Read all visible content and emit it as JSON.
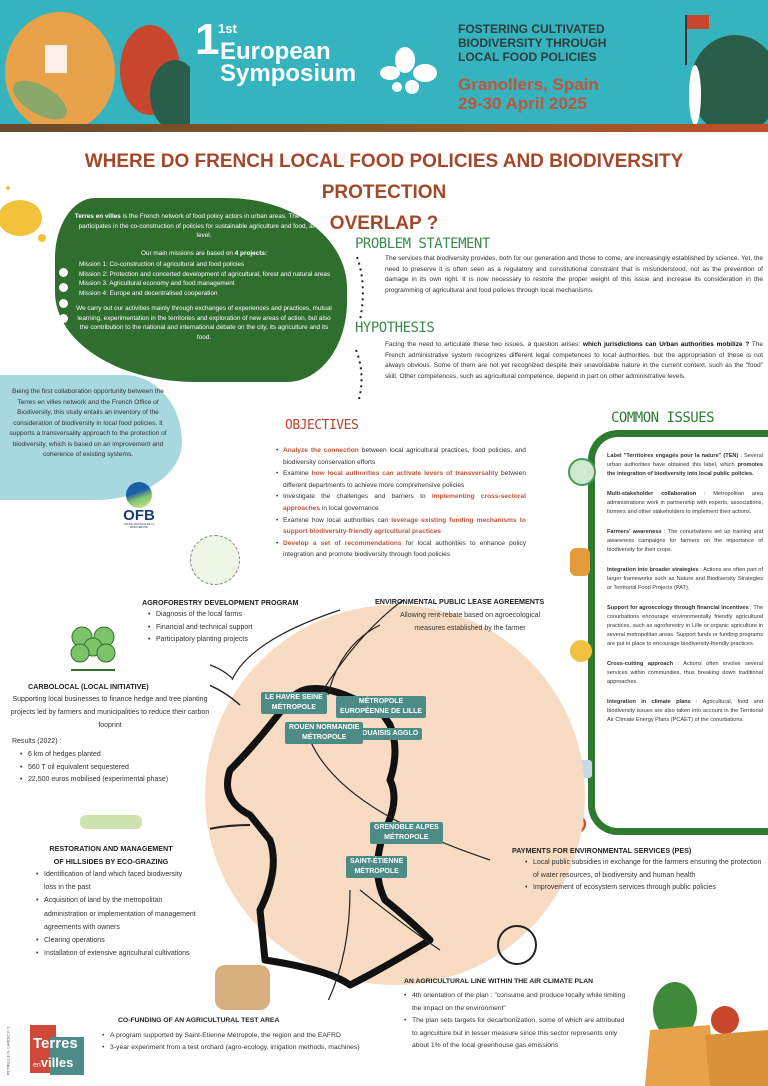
{
  "banner": {
    "ordinal": "1st",
    "event_line1": "European",
    "event_line2": "Symposium",
    "theme": [
      "FOSTERING CULTIVATED",
      "BIODIVERSITY THROUGH",
      "LOCAL FOOD POLICIES"
    ],
    "location": "Granollers, Spain",
    "dates": "29-30 April 2025"
  },
  "title": {
    "line1": "WHERE DO FRENCH LOCAL FOOD POLICIES AND BIODIVERSITY PROTECTION",
    "line2": "OVERLAP ?"
  },
  "intro": {
    "p1_bold": "Terres en villes",
    "p1_rest": " is the French network of food policy actors in urban areas. The association participates in the co-construction of policies for sustainable agriculture and food, at local level.",
    "missions_intro": "Our main missions are based on ",
    "missions_bold": "4 projects:",
    "missions": [
      "Mission 1: Co-construction of agricultural and food policies",
      "Mission 2: Protection and concerted development of agricultural, forest and natural areas",
      "Mission 3: Agricultural economy and food management",
      "Mission 4: Europe and decentralised cooperation"
    ],
    "p3": "We carry out our activities mainly through exchanges of experiences and practices, mutual learning, experimentation in the territories and exploration of new areas of action, but also the contribution to the national and international debate on the city, its agriculture and its food."
  },
  "collab": {
    "text": "Being the first collaboration opportunity between the Terres en villes network and the French Office of Biodiversity, this study entails an inventory of the consideration of biodiversity in local food policies. It supports a transversality approach to the protection of biodiversity, which is based on an improvement and coherence of existing systems.",
    "logo": "OFB",
    "logo_sub": "OFFICE FRANÇAIS DE LA BIODIVERSITÉ"
  },
  "problem": {
    "heading": "PROBLEM STATEMENT",
    "text": "The services that biodiversity provides, both for our generation and those to come, are increasingly established by science. Yet, the need to preserve it is often seen as a regulatory and constitutional constraint that is misunderstood, not as the prevention of damage in its own right. It is now necessary to restore the proper weight of this issue and increase its consideration in the programming of agricultural and food policies through local mechanisms."
  },
  "hypothesis": {
    "heading": "HYPOTHESIS",
    "pre": "Facing the need to articulate these two issues, a question arises: ",
    "bold": "which jurisdictions can Urban authorities mobilize ?",
    "post": " The French administrative system recognizes different legal competences to local authorities, but the appropriation of these is not always obvious. Some of them are not yet recognized despite their unavoidable nature in the current context, such as the \"food\" skill. Other competences, such as agricultural competence, depend in part on other administrative levels."
  },
  "objectives": {
    "heading": "OBJECTIVES",
    "items": [
      {
        "pre": "",
        "hl": "Analyze the connection",
        "post": " between local agricultural practices, food policies, and biodiversity conservation efforts"
      },
      {
        "pre": "Examine ",
        "hl": "how local authorities can activate levers of transversality",
        "post": " between different departments to achieve more comprehensive policies"
      },
      {
        "pre": "Investigate the challenges and barriers to ",
        "hl": "implementing cross-sectoral approaches",
        "post": " in local governance"
      },
      {
        "pre": "Examine how local authorities can ",
        "hl": "leverage existing funding mechanisms to support biodiversity-friendly agricultural practices",
        "post": ""
      },
      {
        "pre": "",
        "hl": "Develop a set of recommendations",
        "post": " for local authorities to enhance policy integration and promote biodiversity through food policies"
      }
    ]
  },
  "issues": {
    "heading": "COMMON ISSUES",
    "items": [
      {
        "title": "Label \"Territoires engagés pour la nature\" (TEN)",
        "text": " : Several urban authorities have obtained this label, which ",
        "bold2": "promotes the integration of biodiversity into local public policies."
      },
      {
        "title": "Multi-stakeholder collaboration",
        "text": " : Metropolitan area administrations work in partnership with experts, associations, farmers and other stakeholders to implement their actions."
      },
      {
        "title": "Farmers' awareness",
        "text": " : The conurbations set up training and awareness campaigns for farmers on the importance of biodiversity for their crops."
      },
      {
        "title": "Integration into broader strategies",
        "text": " : Actions are often part of larger frameworks such as Nature and Biodiversity Strategies or Territorial Food Projects (PAT)."
      },
      {
        "title": "Support for agroecology through financial incentives",
        "text": " : The conurbations encourage environmentally friendly agricultural practices, such as agroforestry in Lille or organic agriculture in several metropolitan areas. Support funds or funding programs are put in place to encourage biodiversity-friendly practices."
      },
      {
        "title": "Cross-cutting approach",
        "text": " : Actions often involve several services within communities, thus breaking down traditional approaches."
      },
      {
        "title": "Integration in climate plans",
        "text": " : Agricultural, food and biodiversity issues are also taken into account in the Territorial Air Climate Energy Plans (PCAET) of the conurbations."
      }
    ]
  },
  "agroforestry": {
    "title": "AGROFORESTRY DEVELOPMENT PROGRAM",
    "items": [
      "Diagnosis of the local farms",
      "Financial and technical support",
      "Participatory planting projects"
    ]
  },
  "lease": {
    "title": "ENVIRONMENTAL PUBLIC LEASE AGREEMENTS",
    "text": "Allowing rent-rebate based on agroecological measures established by the farmer"
  },
  "carbolocal": {
    "title": "CARBOLOCAL (LOCAL INITIATIVE)",
    "text": "Supporting local businesses to finance hedge and tree planting projects led by farmers and municipalities to reduce their carbon fooprint",
    "results_label": "Results (2022) :",
    "results": [
      "6 km of hedges planted",
      "560 T oil equivalent sequestered",
      "22,500 euros mobilised (experimental phase)"
    ]
  },
  "map_labels": {
    "lille": [
      "MÉTROPOLE",
      "EUROPÉENNE DE LILLE"
    ],
    "douaisis": "DOUAISIS AGGLO",
    "havre": [
      "LE HAVRE SEINE",
      "MÉTROPOLE"
    ],
    "rouen": [
      "ROUEN NORMANDIE",
      "MÉTROPOLE"
    ],
    "grenoble": [
      "GRENOBLE ALPES",
      "MÉTROPOLE"
    ],
    "stetienne": [
      "SAINT-ÉTIENNE",
      "MÉTROPOLE"
    ]
  },
  "restoration": {
    "title": [
      "RESTORATION AND MANAGEMENT",
      "OF HILLSIDES BY ECO-GRAZING"
    ],
    "items": [
      "Identification of land which faced biodiversity loss in the past",
      "Acquisition of land by the metropolitan administration or implementation of management agreements with owners",
      "Clearing operations",
      "Installation of extensive agricultural cultivations"
    ]
  },
  "pes": {
    "title": "PAYMENTS FOR ENVIRONMENTAL SERVICES (PES)",
    "items": [
      "Local public subsidies in exchange for the farmers ensuring the protection of water resources, of biodiversity and human health",
      "Improvement of ecosystem services through public policies"
    ]
  },
  "climate": {
    "title": "AN AGRICULTURAL LINE WITHIN THE AIR CLIMATE PLAN",
    "items": [
      "4th orientation of the plan : \"consume and produce locally while limiting the impact on the environment\"",
      "The plan sets targets for decarbonization, some of which are attributed to agriculture but in lesser measure since this sector represents only about 1% of the local greenhouse gas emissions"
    ]
  },
  "cofunding": {
    "title": "CO-FUNDING OF AN AGRICULTURAL TEST AREA",
    "items": [
      "A program supported by Saint-Etienne Métropole, the region and the EAFRD",
      "3-year experiment from a test orchard (agro-ecology, irrigation methods, machines)"
    ]
  },
  "footer": {
    "logo_line1": "Terres",
    "logo_line2a": "en",
    "logo_line2b": "villes",
    "credits": "PETRELLE N. LARDIC F-Y."
  },
  "colors": {
    "banner": "#35b3bf",
    "title": "#a3482b",
    "green": "#2f6e2f",
    "blue": "#a7d7df",
    "label": "#4d8b86",
    "map": "#f7dcc3"
  }
}
